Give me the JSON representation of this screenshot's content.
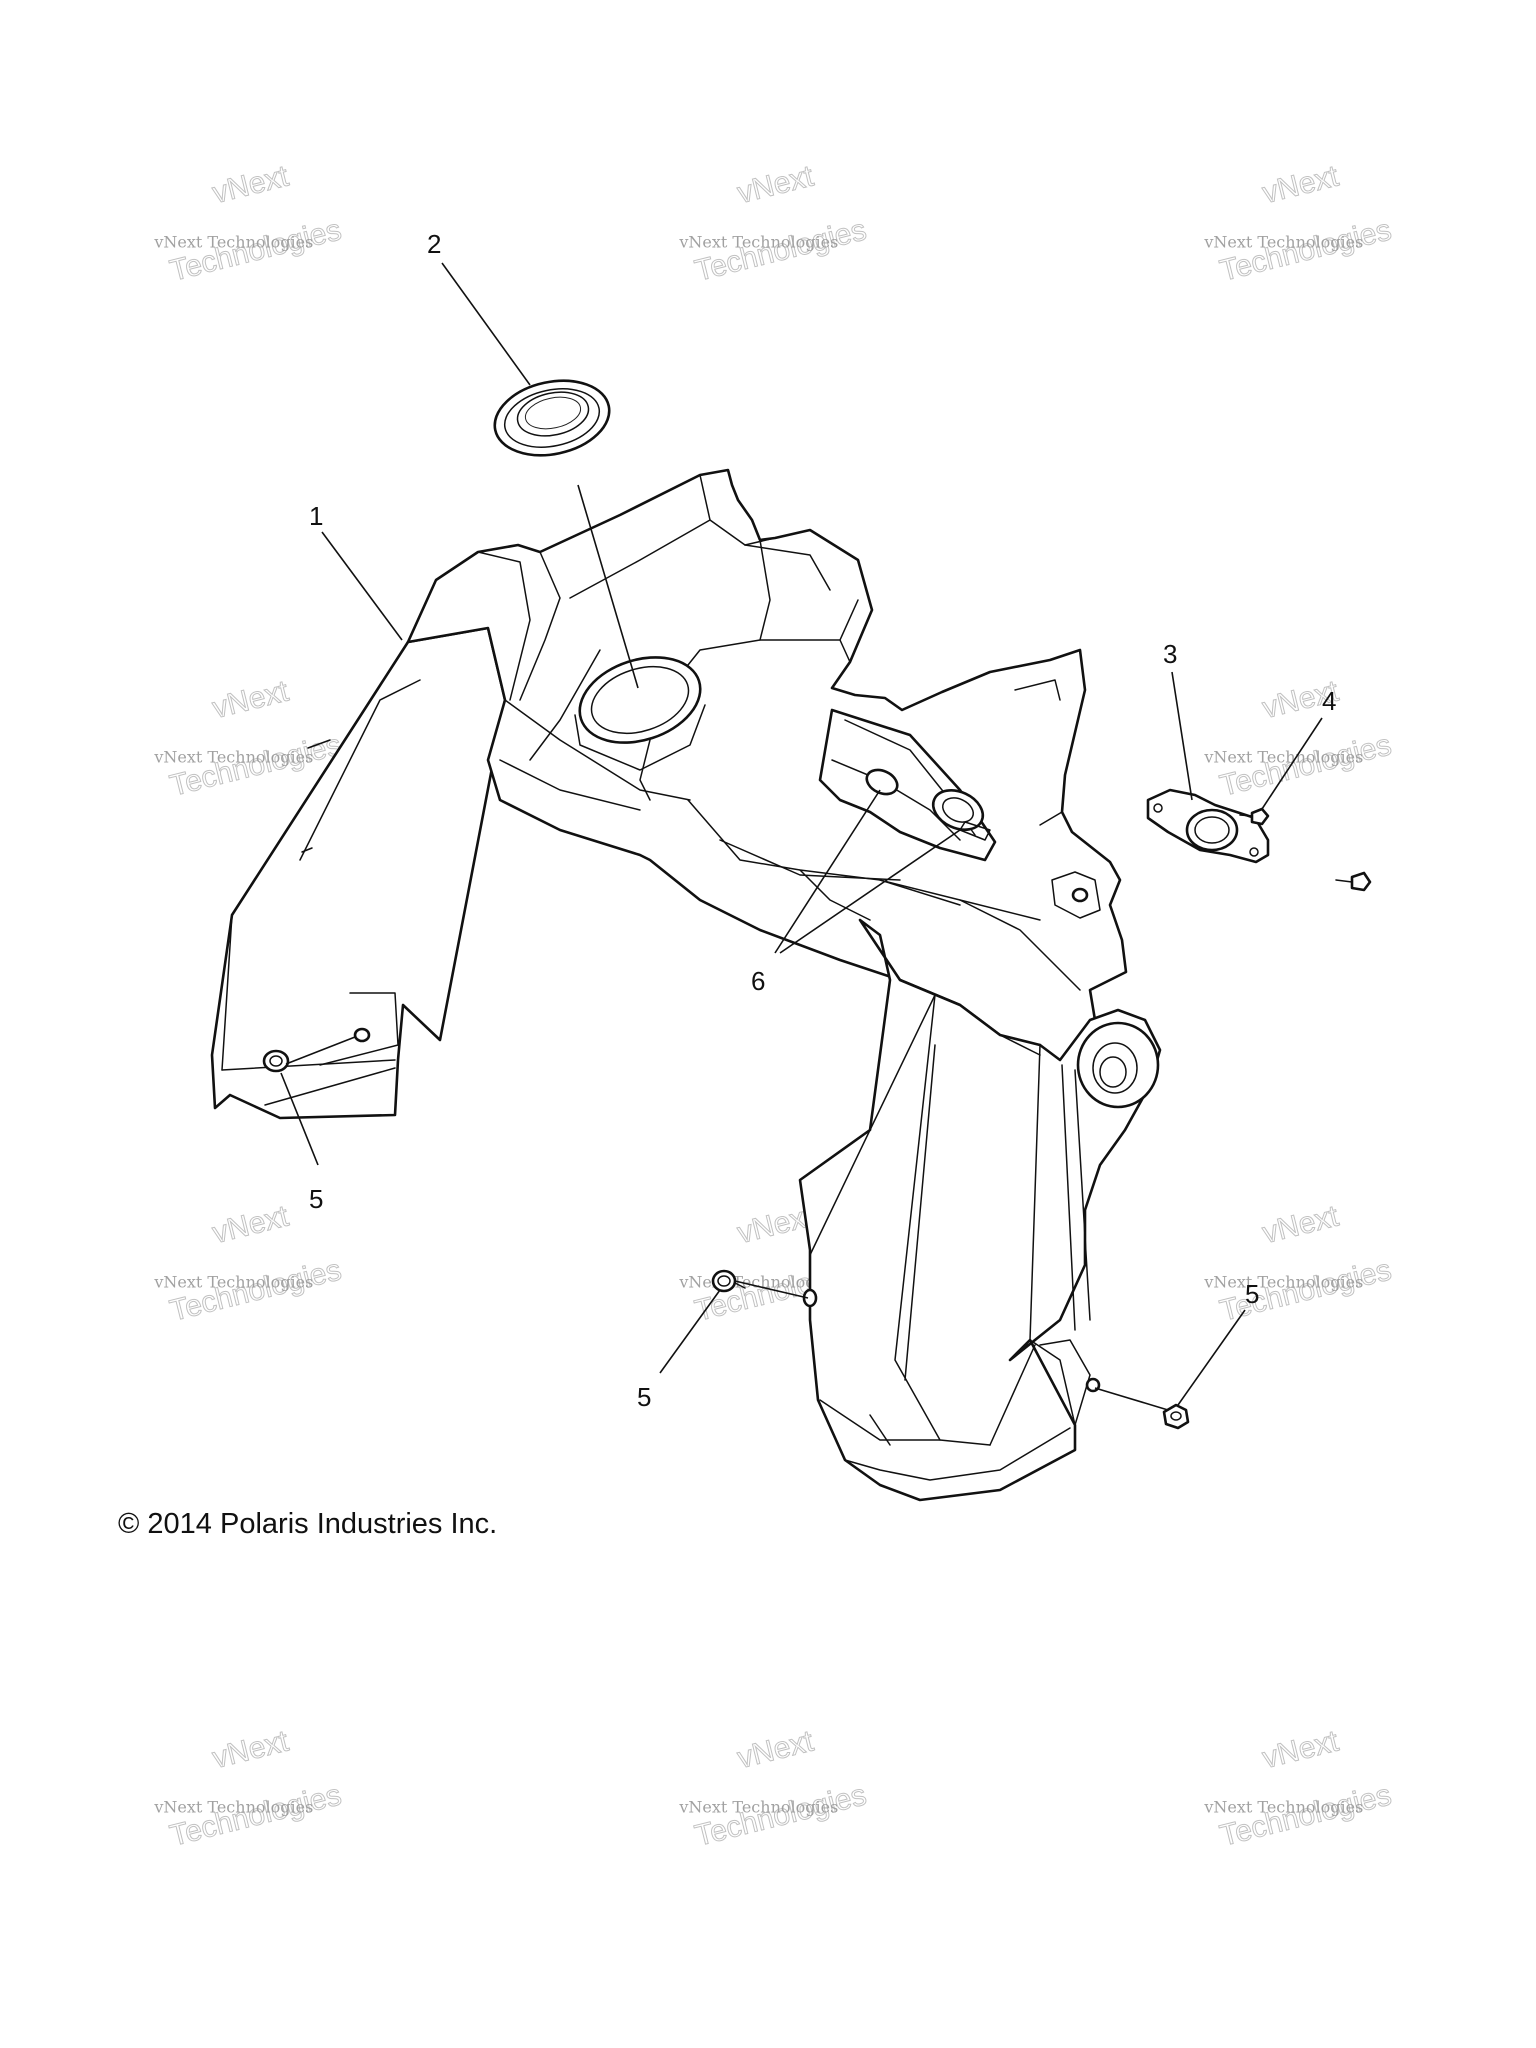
{
  "diagram": {
    "callouts": [
      "1",
      "2",
      "3",
      "4",
      "5",
      "6"
    ],
    "copyright": "© 2014 Polaris Industries Inc.",
    "watermark": {
      "line1": "vNext",
      "line2": "vNext Technologies",
      "line3": "Technologies"
    }
  }
}
